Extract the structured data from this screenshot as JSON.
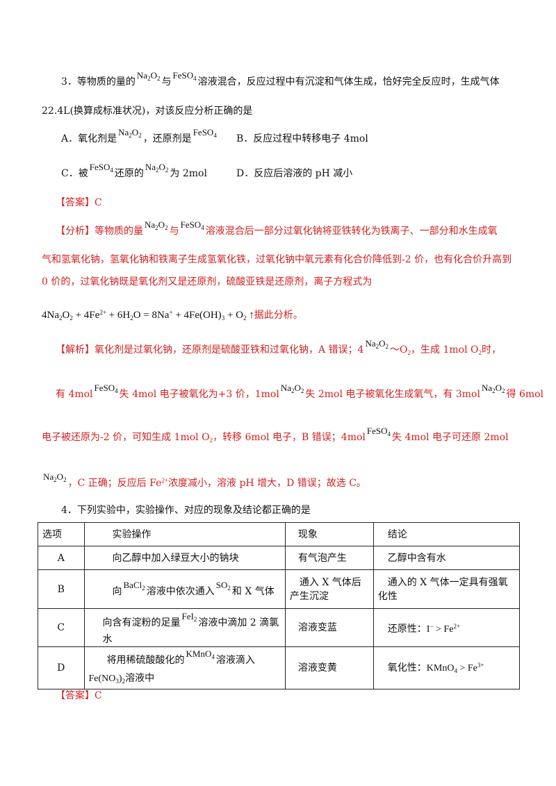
{
  "q3": {
    "stem_1a": "3．等物质的量的",
    "na2o2": "Na2O2",
    "stem_1b": "与",
    "feso4": "FeSO4",
    "stem_1c": "溶液混合，反应过程中有沉淀和气体生成，恰好完全反应时，生成气体",
    "stem_2": "22.4L(换算成标准状况)，对该反应分析正确的是",
    "a_pre": "A．氧化剂是",
    "a_mid": "，还原剂是",
    "b_text": "B．反应过程中转移电子 4mol",
    "c_pre": "C．被",
    "c_mid": "还原的",
    "c_post": "为 2mol",
    "d_text": "D．反应后溶液的 pH 减小",
    "answer_tag": "【答案】",
    "answer_val": "C",
    "analysis_tag": "【分析】",
    "analysis_1a": "等物质的量",
    "analysis_1b": "与",
    "analysis_1c": "溶液混合后一部分过氧化钠将亚铁转化为铁离子、一部分和水生成氧",
    "analysis_2": "气和氢氧化钠，氢氧化钠和铁离子生成氢氧化铁，过氧化钠中氧元素有化合价降低到-2 价，也有化合价升高到",
    "analysis_3": "0 价的，过氧化钠既是氧化剂又是还原剂，硫酸亚铁是还原剂，离子方程式为",
    "equation_tail": "据此分析。",
    "solution_tag": "【解析】",
    "sol_1a": "氧化剂是过氧化钠，还原剂是硫酸亚铁和过氧化钠，A 错误；4",
    "sol_1b": "～O",
    "sol_1c": "，生成 1mol O",
    "sol_1d": "时，",
    "sol_2a": "有 4mol",
    "sol_2b": "失 4mol 电子被氧化为+3 价，1mol",
    "sol_2c": "失 2mol 电子被氧化生成氧气，有 3mol",
    "sol_2d": "得 6mol",
    "sol_3a": "电子被还原为-2 价，可知生成 1mol O",
    "sol_3b": "，转移 6mol 电子，B 错误；4mol",
    "sol_3c": "失 4mol 电子可还原 2mol",
    "sol_4a": "，C 正确；反应后 Fe",
    "sol_4b": "浓度减小，溶液 pH 增大，D 错误；故选 C。"
  },
  "q4": {
    "stem": "4．下列实验中，实验操作、对应的现象及结论都正确的是",
    "headers": [
      "选项",
      "实验操作",
      "现象",
      "结论"
    ],
    "row_a": {
      "opt": "A",
      "op": "向乙醇中加入绿豆大小的钠块",
      "ph": "有气泡产生",
      "con": "乙醇中含有水"
    },
    "row_b": {
      "opt": "B",
      "op_1": "向",
      "op_2": "溶液中依次通入",
      "op_3": "和 X 气体",
      "ph": "通入 X 气体后产生沉淀",
      "con": "通入的 X 气体一定具有强氧化性"
    },
    "row_c": {
      "opt": "C",
      "op_1": "向含有淀粉的足量",
      "op_2": "溶液中滴加 2 滴氯水",
      "ph": "溶液变蓝",
      "con_1": "还原性："
    },
    "row_d": {
      "opt": "D",
      "op_1": "将用稀硫酸酸化的",
      "op_2": "溶液滴入",
      "op_3": "溶液中",
      "ph": "溶液变黄",
      "con_1": "氧化性："
    },
    "answer_tag": "【答案】",
    "answer_val": "C"
  }
}
